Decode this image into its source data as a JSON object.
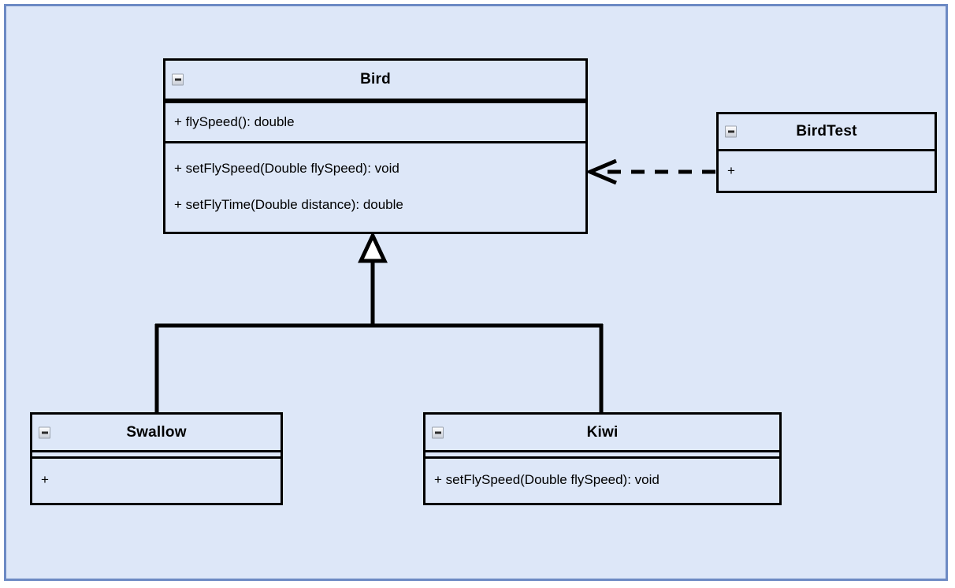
{
  "diagram": {
    "type": "uml-class-diagram",
    "canvas_background": "#dde7f8",
    "canvas_border_color": "#6c8ac4",
    "line_color": "#000000",
    "collapse_icon_name": "collapse-minus-icon"
  },
  "classes": {
    "bird": {
      "name": "Bird",
      "compartments": [
        {
          "members": [
            "+ flySpeed(): double"
          ]
        },
        {
          "members": [
            "+ setFlySpeed(Double flySpeed): void",
            "+ setFlyTime(Double distance): double"
          ]
        }
      ]
    },
    "birdtest": {
      "name": "BirdTest",
      "compartments": [
        {
          "members": [
            "+"
          ]
        }
      ]
    },
    "swallow": {
      "name": "Swallow",
      "compartments": [
        {
          "members": []
        },
        {
          "members": [
            "+"
          ]
        }
      ]
    },
    "kiwi": {
      "name": "Kiwi",
      "compartments": [
        {
          "members": []
        },
        {
          "members": [
            "+ setFlySpeed(Double flySpeed): void"
          ]
        }
      ]
    }
  },
  "relationships": [
    {
      "id": "swallow-extends-bird",
      "kind": "generalization",
      "from": "Swallow",
      "to": "Bird",
      "style": "solid",
      "arrowhead": "hollow-triangle"
    },
    {
      "id": "kiwi-extends-bird",
      "kind": "generalization",
      "from": "Kiwi",
      "to": "Bird",
      "style": "solid",
      "arrowhead": "hollow-triangle"
    },
    {
      "id": "birdtest-depends-bird",
      "kind": "dependency",
      "from": "BirdTest",
      "to": "Bird",
      "style": "dashed",
      "arrowhead": "open-arrow"
    }
  ]
}
